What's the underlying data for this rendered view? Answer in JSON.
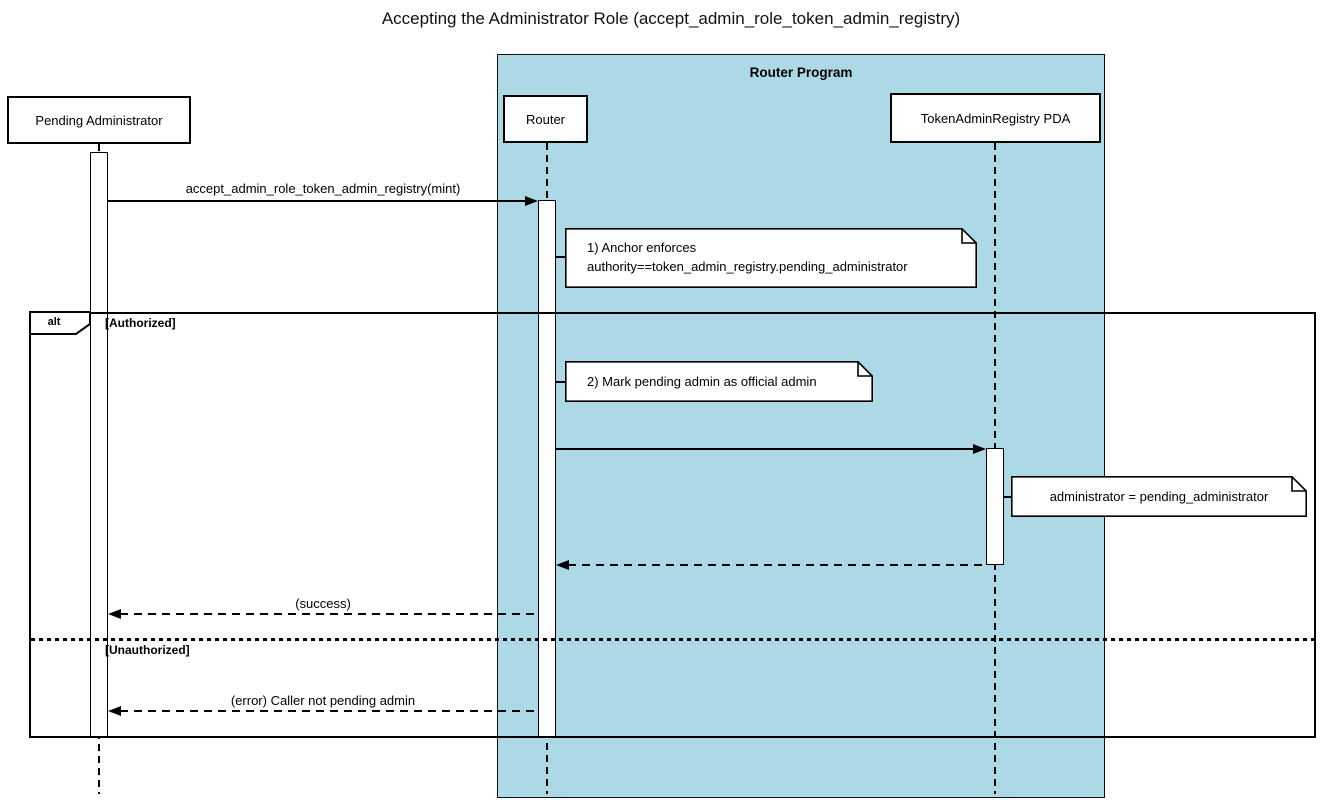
{
  "title": "Accepting the Administrator Role (accept_admin_role_token_admin_registry)",
  "colors": {
    "program_fill": "#ADD8E6",
    "line": "#000000",
    "background": "#FFFFFF",
    "note_fill": "#FFFFFF"
  },
  "program_box": {
    "label": "Router Program"
  },
  "participants": [
    {
      "label": "Pending Administrator"
    },
    {
      "label": "Router"
    },
    {
      "label": "TokenAdminRegistry PDA"
    }
  ],
  "alt_frame": {
    "operator": "alt",
    "conditions": [
      "[Authorized]",
      "[Unauthorized]"
    ]
  },
  "messages": [
    {
      "label": "accept_admin_role_token_admin_registry(mint)",
      "from": "Pending Administrator",
      "to": "Router",
      "style": "solid"
    },
    {
      "label": "",
      "from": "Router",
      "to": "TokenAdminRegistry PDA",
      "style": "solid"
    },
    {
      "label": "",
      "from": "TokenAdminRegistry PDA",
      "to": "Router",
      "style": "dashed-return"
    },
    {
      "label": "(success)",
      "from": "Router",
      "to": "Pending Administrator",
      "style": "dashed-return"
    },
    {
      "label": "(error) Caller not pending admin",
      "from": "Router",
      "to": "Pending Administrator",
      "style": "dashed-return"
    }
  ],
  "notes": [
    {
      "lines": [
        "1) Anchor enforces",
        "authority==token_admin_registry.pending_administrator"
      ]
    },
    {
      "lines": [
        "2) Mark pending admin as official admin"
      ]
    },
    {
      "lines": [
        "administrator = pending_administrator"
      ]
    }
  ]
}
